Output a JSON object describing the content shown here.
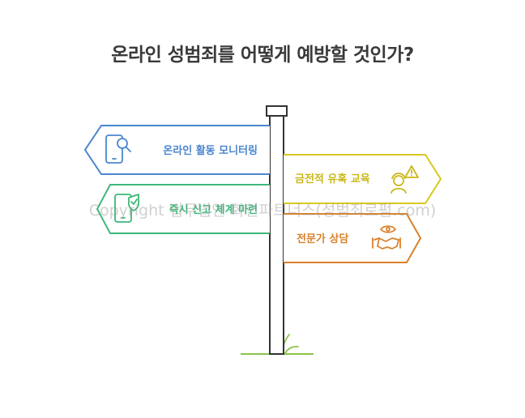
{
  "title": "온라인 성범죄를 어떻게 예방할 것인가?",
  "signs": [
    {
      "label": "온라인 활동 모니터링",
      "color": "#4a86cf",
      "icon": "phone-search-icon"
    },
    {
      "label": "금전적 유혹 교육",
      "color": "#d9c81f",
      "icon": "person-warning-icon"
    },
    {
      "label": "즉시 신고 체계 마련",
      "color": "#3db87a",
      "icon": "phone-check-icon"
    },
    {
      "label": "전문가 상담",
      "color": "#d9822b",
      "icon": "handshake-eye-icon"
    }
  ],
  "watermark": "Copyright 법무법인 화인파트너스(성범죄로펌.com)"
}
